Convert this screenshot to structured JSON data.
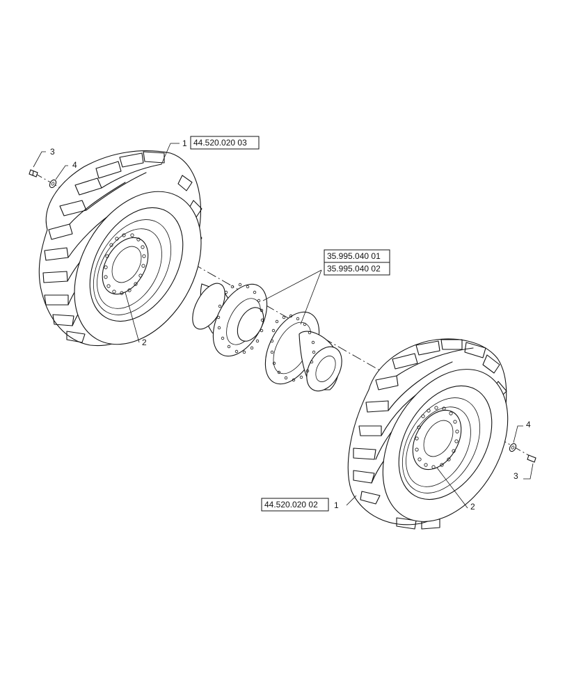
{
  "diagram": {
    "ref_boxes": [
      {
        "id": "ref-top",
        "text": "44.520.020 03"
      },
      {
        "id": "ref-mid-1",
        "text": "35.995.040 01"
      },
      {
        "id": "ref-mid-2",
        "text": "35.995.040 02"
      },
      {
        "id": "ref-bottom",
        "text": "44.520.020 02"
      }
    ],
    "callouts": {
      "left_wheel_tire": "1",
      "left_wheel_rim": "2",
      "left_bolt": "3",
      "left_washer": "4",
      "right_wheel_tire": "1",
      "right_wheel_rim": "2",
      "right_bolt": "3",
      "right_washer": "4"
    }
  }
}
